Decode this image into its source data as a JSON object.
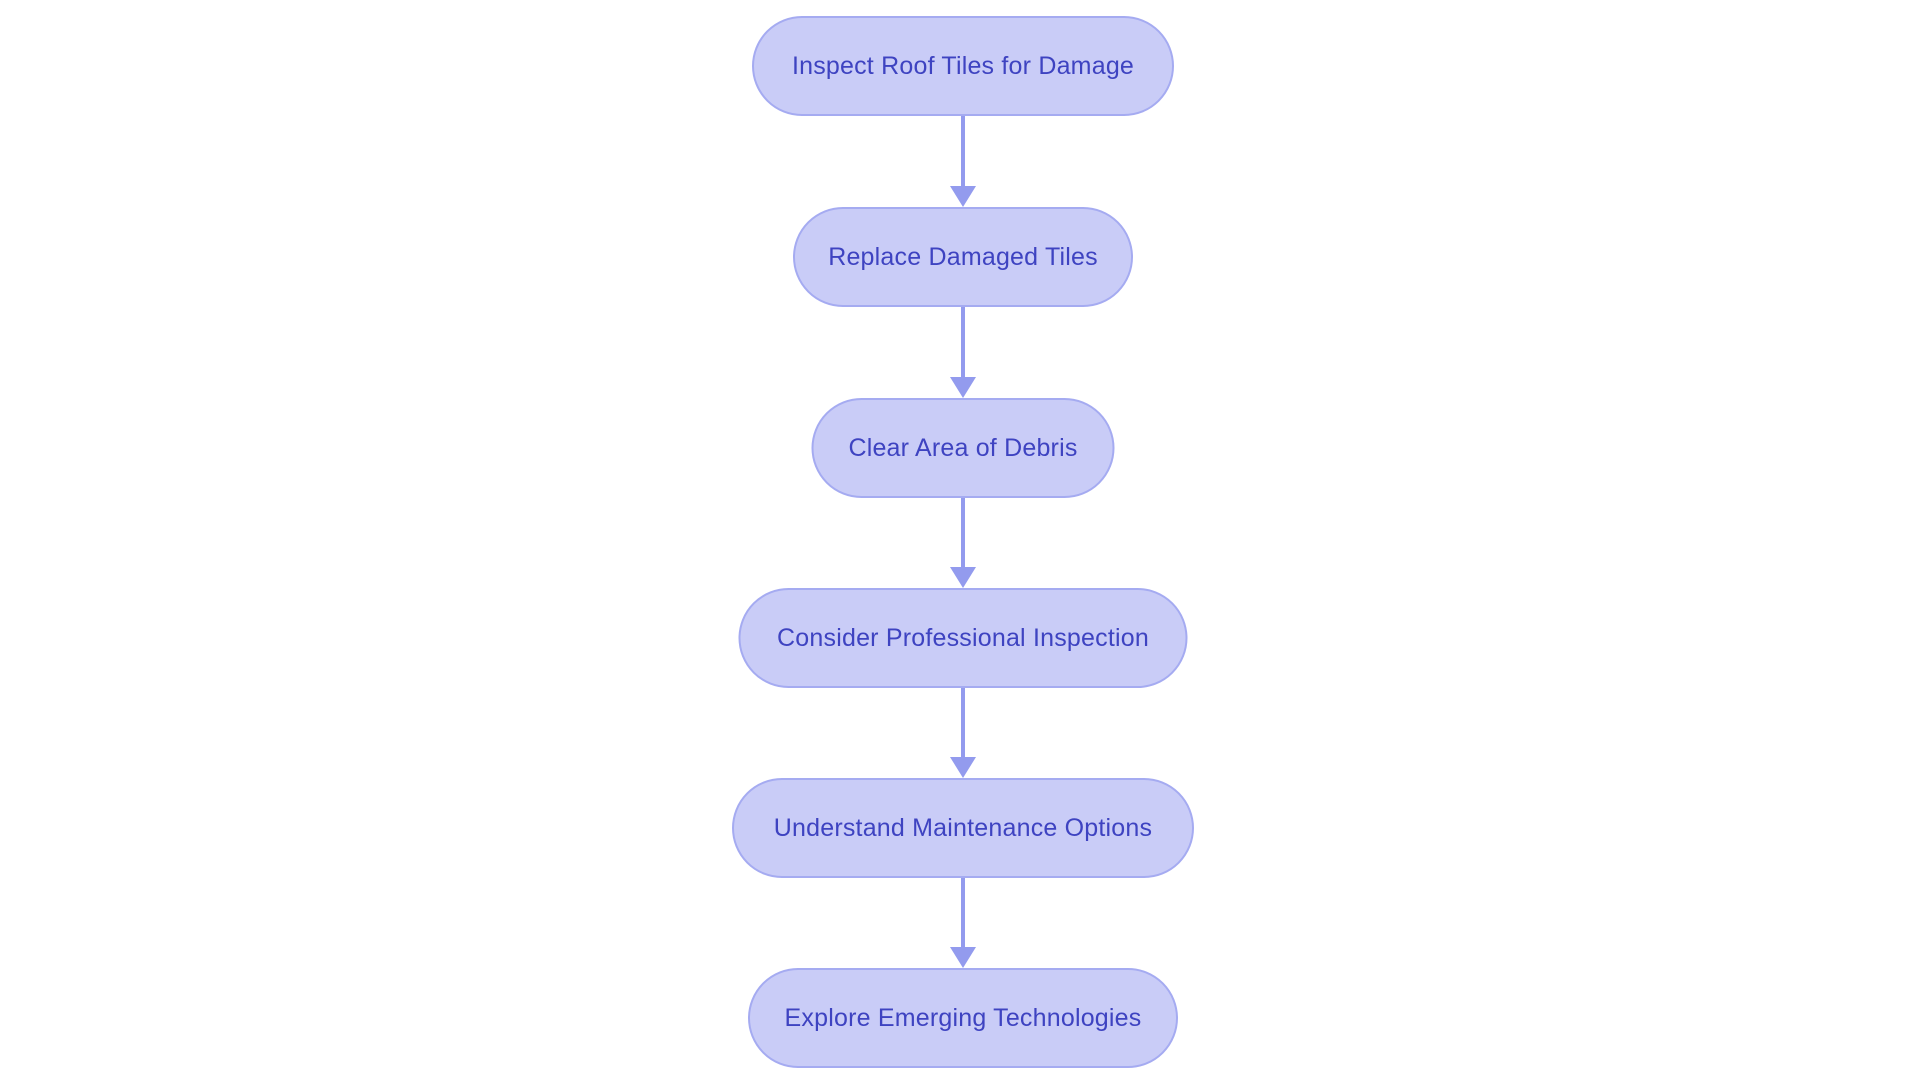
{
  "diagram": {
    "type": "flowchart",
    "direction": "top-down",
    "nodes": [
      {
        "id": "step-1",
        "label": "Inspect Roof Tiles for Damage"
      },
      {
        "id": "step-2",
        "label": "Replace Damaged Tiles"
      },
      {
        "id": "step-3",
        "label": "Clear Area of Debris"
      },
      {
        "id": "step-4",
        "label": "Consider Professional Inspection"
      },
      {
        "id": "step-5",
        "label": "Understand Maintenance Options"
      },
      {
        "id": "step-6",
        "label": "Explore Emerging Technologies"
      }
    ],
    "edges": [
      {
        "from": "step-1",
        "to": "step-2"
      },
      {
        "from": "step-2",
        "to": "step-3"
      },
      {
        "from": "step-3",
        "to": "step-4"
      },
      {
        "from": "step-4",
        "to": "step-5"
      },
      {
        "from": "step-5",
        "to": "step-6"
      }
    ],
    "colors": {
      "background": "#ffffff",
      "node_fill": "#c9ccf7",
      "node_border": "#a5abf1",
      "node_text": "#3e43c1",
      "arrow": "#939bee"
    }
  }
}
